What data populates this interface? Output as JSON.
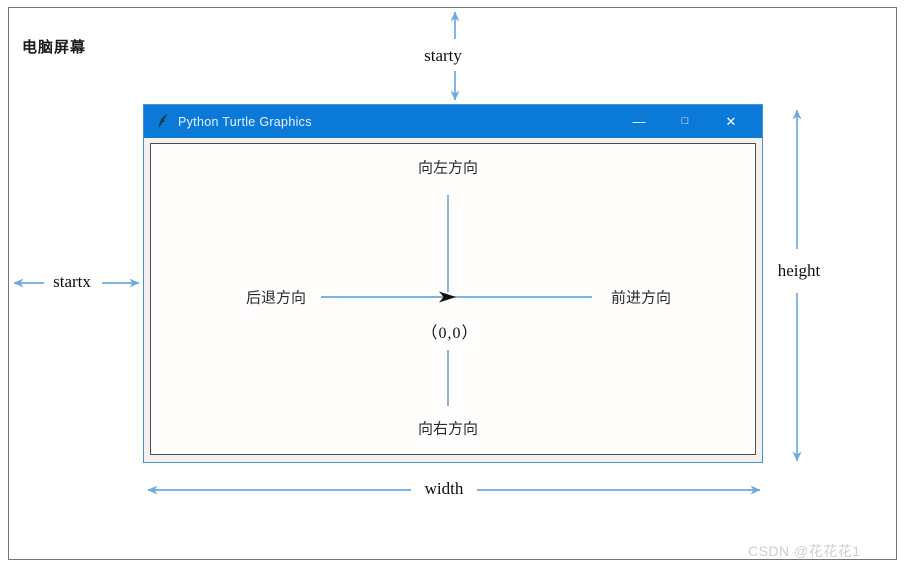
{
  "screen": {
    "label": "电脑屏幕"
  },
  "measurements": {
    "starty": "starty",
    "startx": "startx",
    "height": "height",
    "width": "width"
  },
  "turtle_window": {
    "title": "Python Turtle Graphics",
    "controls": {
      "minimize": "—",
      "maximize": "□",
      "close": "✕"
    },
    "canvas": {
      "up_direction": "向左方向",
      "down_direction": "向右方向",
      "back_direction": "后退方向",
      "forward_direction": "前进方向",
      "origin": "（0,0）"
    }
  },
  "watermark": "CSDN @花花花1",
  "colors": {
    "titlebar_blue": "#0b79d7",
    "arrow_blue": "#6ca9e0",
    "turtle_black": "#111111",
    "border_gray": "#757575"
  }
}
